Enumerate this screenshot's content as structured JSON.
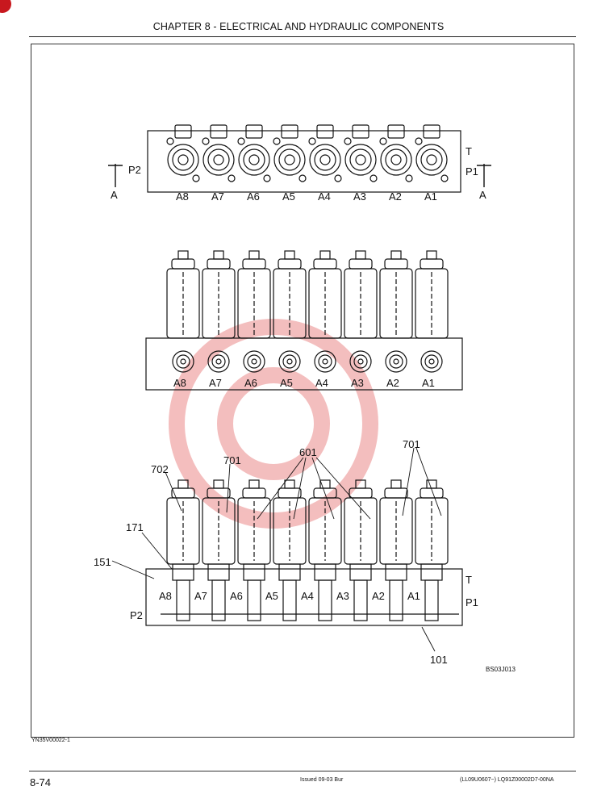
{
  "header": {
    "chapter_title": "CHAPTER 8 - ELECTRICAL AND HYDRAULIC COMPONENTS"
  },
  "figure": {
    "port_labels": [
      "A8",
      "A7",
      "A6",
      "A5",
      "A4",
      "A3",
      "A2",
      "A1"
    ],
    "pressure_ports": {
      "p1": "P1",
      "p2": "P2",
      "t": "T",
      "section": "A"
    },
    "callouts": {
      "c702": "702",
      "c701a": "701",
      "c601": "601",
      "c701b": "701",
      "c171": "171",
      "c151": "151",
      "c101": "101"
    },
    "drawing_code": "BS03J013"
  },
  "footer": {
    "figure_code": "YN35V00022-1",
    "page_number": "8-74",
    "issued": "Issued 09-03  Bur",
    "doc_ref": "(LL09U0607~)  LQ91Z00002D7-00NA"
  },
  "colors": {
    "line": "#111111",
    "watermark": "#f2b3b3",
    "badge": "#c8181e"
  }
}
